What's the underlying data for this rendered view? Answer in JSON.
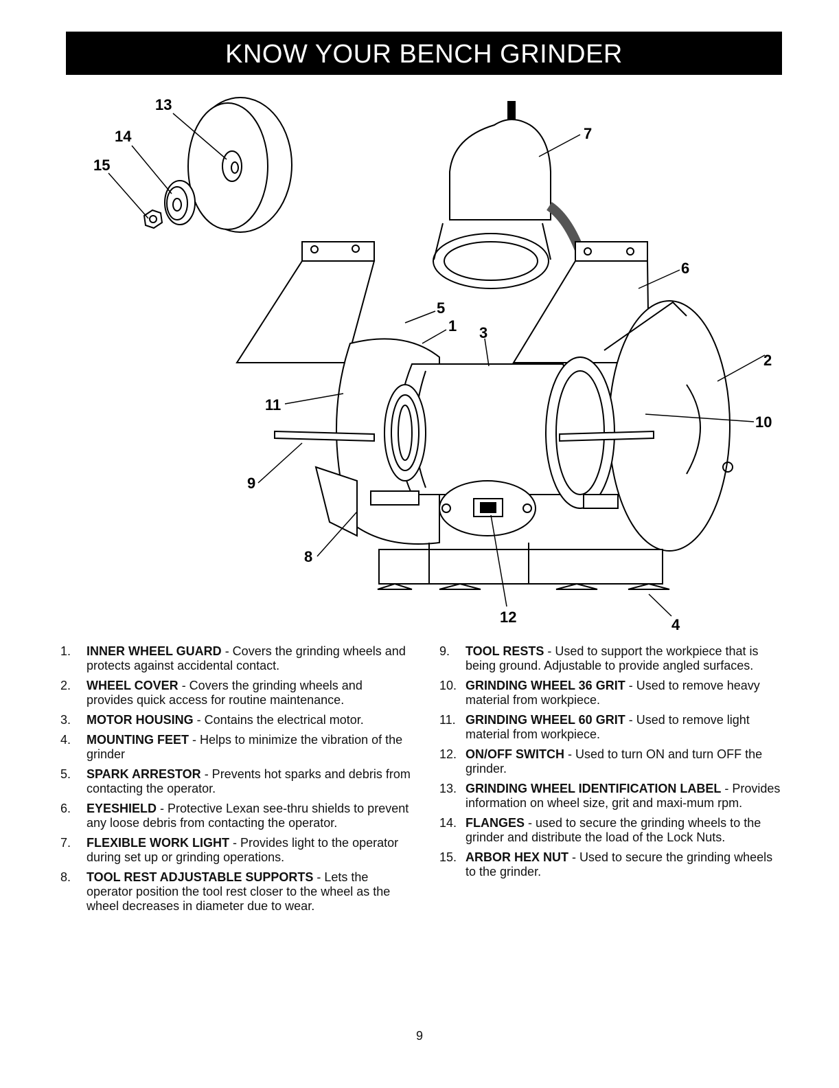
{
  "header": {
    "title": "KNOW YOUR BENCH GRINDER"
  },
  "callouts": [
    "1",
    "2",
    "3",
    "4",
    "5",
    "6",
    "7",
    "8",
    "9",
    "10",
    "11",
    "12",
    "13",
    "14",
    "15"
  ],
  "parts_left": [
    {
      "num": "1.",
      "term": "INNER WHEEL GUARD",
      "desc": " - Covers the grinding wheels and protects against accidental contact."
    },
    {
      "num": "2.",
      "term": "WHEEL COVER",
      "desc": " - Covers the grinding wheels and provides quick access for routine maintenance."
    },
    {
      "num": "3.",
      "term": "MOTOR HOUSING",
      "desc": " - Contains the electrical motor."
    },
    {
      "num": "4.",
      "term": "MOUNTING FEET",
      "desc": " - Helps to minimize the vibration of the grinder"
    },
    {
      "num": "5.",
      "term": "SPARK ARRESTOR",
      "desc": " - Prevents hot sparks and debris from contacting the operator."
    },
    {
      "num": "6.",
      "term": "EYESHIELD",
      "desc": " - Protective Lexan see-thru shields to prevent any loose debris from contacting the operator."
    },
    {
      "num": "7.",
      "term": "FLEXIBLE WORK LIGHT",
      "desc": " - Provides light to the operator during set up or grinding operations."
    },
    {
      "num": "8.",
      "term": "TOOL REST ADJUSTABLE SUPPORTS",
      "desc": " - Lets the operator position the tool rest closer to the wheel as the wheel decreases in diameter due to wear."
    }
  ],
  "parts_right": [
    {
      "num": "9.",
      "term": "TOOL RESTS",
      "desc": " - Used to support the workpiece that is being ground. Adjustable to provide angled surfaces."
    },
    {
      "num": "10.",
      "term": "GRINDING WHEEL 36 GRIT",
      "desc": " - Used to remove heavy material from workpiece."
    },
    {
      "num": "11.",
      "term": "GRINDING WHEEL 60 GRIT",
      "desc": " - Used to remove light material from workpiece."
    },
    {
      "num": "12.",
      "term": "ON/OFF SWITCH",
      "desc": " - Used to turn ON and turn OFF the grinder."
    },
    {
      "num": "13.",
      "term": "GRINDING WHEEL IDENTIFICATION LABEL",
      "desc": " - Provides information on wheel size, grit and maxi-mum rpm."
    },
    {
      "num": "14.",
      "term": "FLANGES",
      "desc": " - used to secure the grinding wheels to the grinder and distribute the load of the Lock Nuts."
    },
    {
      "num": "15.",
      "term": "ARBOR HEX NUT",
      "desc": " - Used to secure the grinding wheels to the grinder."
    }
  ],
  "footer": {
    "page_number": "9"
  }
}
